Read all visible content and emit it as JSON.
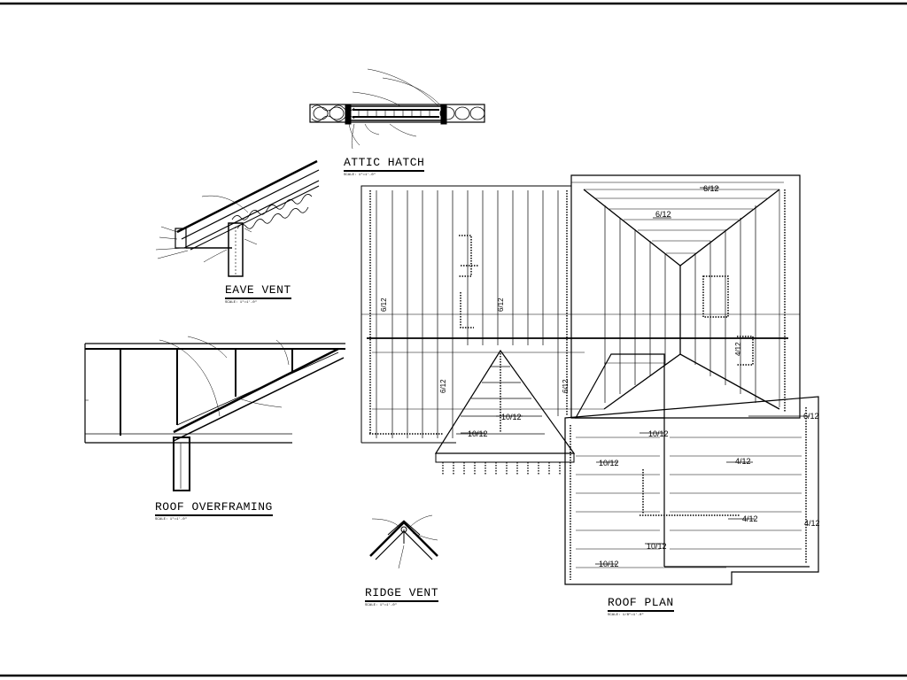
{
  "details": {
    "attic_hatch": {
      "title": "ATTIC HATCH",
      "scale": "SCALE: 1\"=1'-0\""
    },
    "eave_vent": {
      "title": "EAVE VENT",
      "scale": "SCALE: 1\"=1'-0\""
    },
    "roof_overframing": {
      "title": "ROOF OVERFRAMING",
      "scale": "SCALE: 1\"=1'-0\""
    },
    "ridge_vent": {
      "title": "RIDGE VENT",
      "scale": "SCALE: 1\"=1'-0\""
    },
    "roof_plan": {
      "title": "ROOF PLAN",
      "scale": "SCALE: 1/8\"=1'-0\""
    }
  },
  "pitches": {
    "p1": "6/12",
    "p2": "6/12",
    "p3": "6/12",
    "p4": "6/12",
    "p5": "6/12",
    "p6": "6/12",
    "p7": "6/12",
    "p8": "10/12",
    "p9": "10/12",
    "p10": "10/12",
    "p11": "10/12",
    "p12": "10/12",
    "p13": "10/12",
    "p14": "4/12",
    "p15": "4/12",
    "p16": "4/12",
    "p17": "4/12"
  }
}
